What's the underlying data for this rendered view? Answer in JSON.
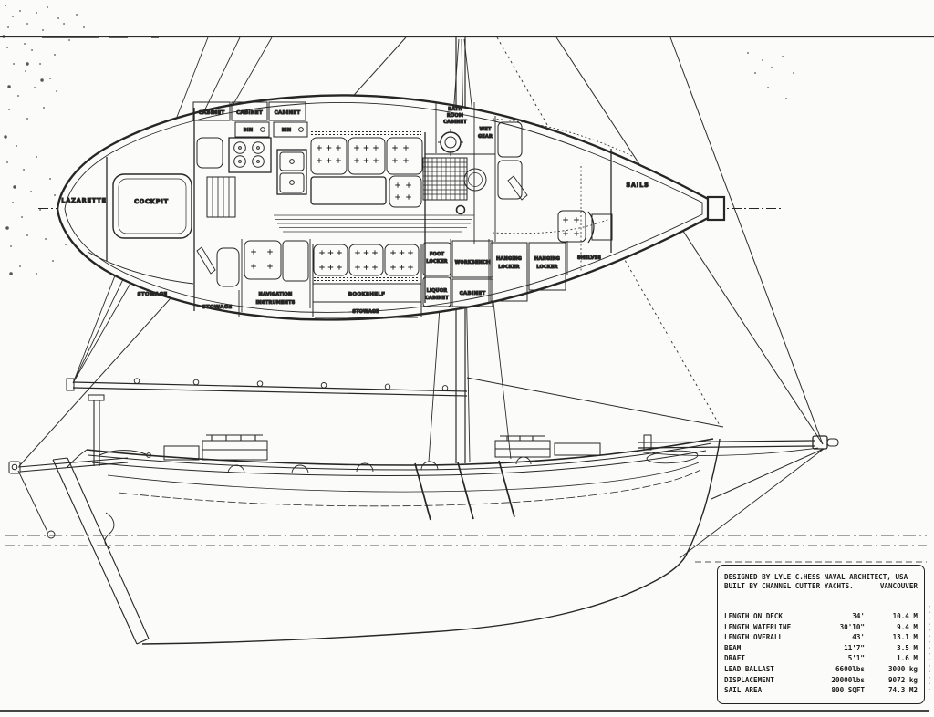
{
  "drawing": {
    "ink_color": "#262626",
    "paper_color": "#fbfbf9",
    "views": {
      "top": "deck interior plan",
      "bottom": "hull profile and rigging"
    }
  },
  "deck_plan": {
    "labels": {
      "lazarette": "LAZARETTE",
      "cockpit": "COCKPIT",
      "cabinet": "CABINET",
      "bin": "BIN",
      "bath_room_cabinet": [
        "BATH",
        "ROOM",
        "CABINET"
      ],
      "wet_gear": [
        "WET",
        "GEAR"
      ],
      "sails": "SAILS",
      "stowage": "STOWAGE",
      "navigation_instruments": [
        "NAVIGATION",
        "INSTRUMENTS"
      ],
      "bookshelf": "BOOKSHELF",
      "foot_locker": [
        "FOOT",
        "LOCKER"
      ],
      "liquor_cabinet": [
        "LIQUOR",
        "CABINET"
      ],
      "workbench": "WORKBENCH",
      "hanging_locker": [
        "HANGING",
        "LOCKER"
      ],
      "shelves": "SHELVES"
    }
  },
  "spec_table": {
    "designed_by": "DESIGNED BY LYLE C.HESS NAVAL ARCHITECT, USA",
    "built_by": "BUILT BY CHANNEL CUTTER YACHTS.",
    "location": "VANCOUVER",
    "rows": [
      {
        "label": "LENGTH ON DECK",
        "imperial": "34'",
        "metric": "10.4 M"
      },
      {
        "label": "LENGTH WATERLINE",
        "imperial": "30'10\"",
        "metric": "9.4 M"
      },
      {
        "label": "LENGTH OVERALL",
        "imperial": "43'",
        "metric": "13.1 M"
      },
      {
        "label": "BEAM",
        "imperial": "11'7\"",
        "metric": "3.5 M"
      },
      {
        "label": "DRAFT",
        "imperial": "5'1\"",
        "metric": "1.6 M"
      },
      {
        "label": "LEAD BALLAST",
        "imperial": "6600lbs",
        "metric": "3000 kg"
      },
      {
        "label": "DISPLACEMENT",
        "imperial": "20000lbs",
        "metric": "9072 kg"
      },
      {
        "label": "SAIL AREA",
        "imperial": "800 SQFT",
        "metric": "74.3 M2"
      }
    ]
  }
}
